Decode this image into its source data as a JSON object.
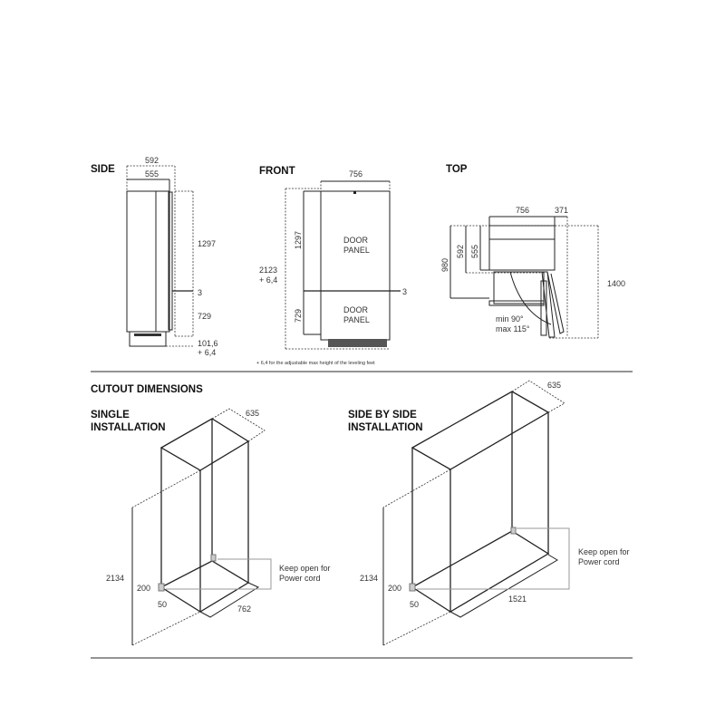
{
  "side": {
    "title": "SIDE",
    "d592": "592",
    "d555": "555",
    "d1297": "1297",
    "d3": "3",
    "d729": "729",
    "d101": "101,6",
    "d64": "+ 6,4"
  },
  "front": {
    "title": "FRONT",
    "d756": "756",
    "d1297": "1297",
    "d729": "729",
    "d2123": "2123",
    "d64": "+ 6,4",
    "door1a": "DOOR",
    "door1b": "PANEL",
    "door2a": "DOOR",
    "door2b": "PANEL",
    "d3": "3",
    "footnote": "+ 6,4 for the adjustable max height of the leveling feet"
  },
  "top": {
    "title": "TOP",
    "d756": "756",
    "d371": "371",
    "d980": "980",
    "d592": "592",
    "d555": "555",
    "d1400": "1400",
    "min": "min 90°",
    "max": "max 115°"
  },
  "cutout": {
    "title": "CUTOUT DIMENSIONS",
    "single": {
      "title1": "SINGLE",
      "title2": "INSTALLATION",
      "d635": "635",
      "d2134": "2134",
      "d200": "200",
      "d50": "50",
      "d762": "762",
      "note1": "Keep open for",
      "note2": "Power cord"
    },
    "double": {
      "title1": "SIDE BY SIDE",
      "title2": "INSTALLATION",
      "d635": "635",
      "d2134": "2134",
      "d200": "200",
      "d50": "50",
      "d1521": "1521",
      "note1": "Keep open for",
      "note2": "Power cord"
    }
  }
}
